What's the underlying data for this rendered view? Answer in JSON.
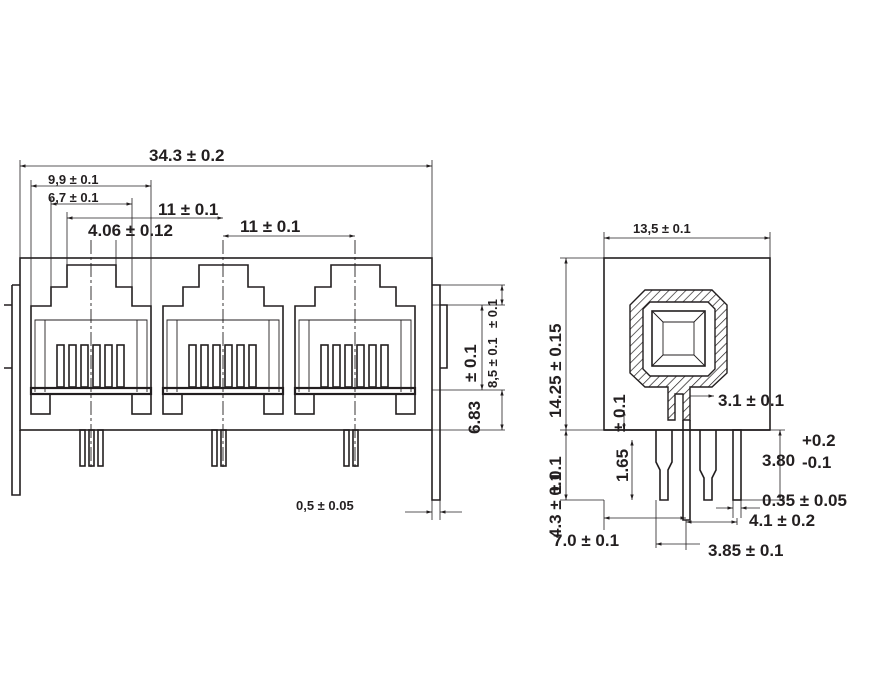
{
  "front_view": {
    "overall_width": "34.3 ± 0.2",
    "port_width_outer": "9,9 ± 0.1",
    "port_width_inner": "6,7 ± 0.1",
    "pitch_1": "11 ± 0.1",
    "pitch_2": "11 ± 0.1",
    "pin_offset": "4.06 ± 0.12",
    "vertical_a": "± 0.1",
    "vertical_b": "8,5 ± 0.1",
    "vertical_c": "± 0.1",
    "vertical_d": "6.83",
    "shield_thickness": "0,5 ± 0.05"
  },
  "side_view": {
    "depth": "13,5 ± 0.1",
    "height": "14.25 ± 0.15",
    "height_tol": "± 0.1",
    "small_tol": "± 0.1",
    "pin_a": "1.65",
    "pin_b": "4.3 ± 0.1",
    "dim_31": "3.1 ± 0.1",
    "dim_380": "3.80",
    "dim_380_plus": "+0.2",
    "dim_380_minus": "-0.1",
    "dim_035": "0.35 ± 0.05",
    "dim_41": "4.1 ± 0.2",
    "dim_70": "7.0 ± 0.1",
    "dim_385": "3.85 ± 0.1"
  }
}
